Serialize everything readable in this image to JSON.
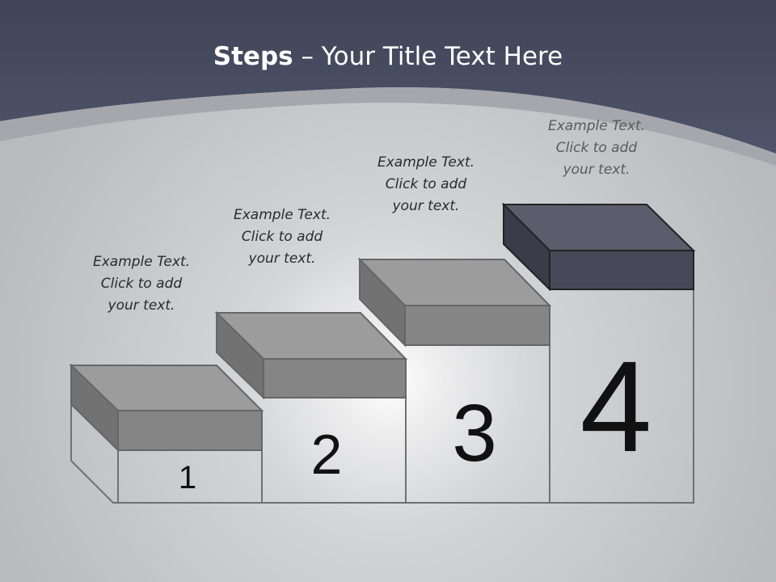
{
  "title": {
    "bold": "Steps",
    "rest": " – Your Title Text Here"
  },
  "steps": [
    {
      "number": "1",
      "caption": [
        "Example Text.",
        "Click  to add",
        "your text."
      ]
    },
    {
      "number": "2",
      "caption": [
        "Example Text.",
        "Click  to add",
        "your text."
      ]
    },
    {
      "number": "3",
      "caption": [
        "Example Text.",
        "Click  to add",
        "your text."
      ]
    },
    {
      "number": "4",
      "caption": [
        "Example Text.",
        "Click  to add",
        "your text."
      ]
    }
  ],
  "colors": {
    "header": "#474c5e",
    "header_light": "#5a5f73",
    "background": "#c9cacd",
    "step_block": "#8a8a8a",
    "step_top_block": "#4e5061",
    "outline": "#6e6e6e"
  }
}
